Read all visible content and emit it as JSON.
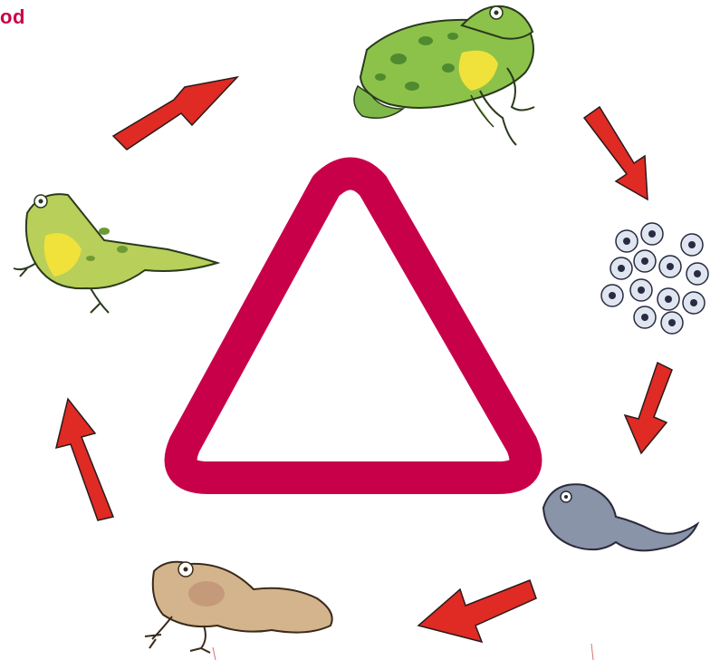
{
  "corner_text": "od",
  "colors": {
    "accent": "#c8004a",
    "arrow": "#e02a24",
    "frog_green": "#8cc24a",
    "frog_spots": "#4f8a2e",
    "frog_yellow": "#f0e23a",
    "froglet_green": "#b8cf5a",
    "tadpole_grey": "#8a94a8",
    "tadpole_legs_tan": "#d4b48c"
  },
  "life_cycle_stages": [
    {
      "stage": "adult-frog",
      "icon": "frog-icon"
    },
    {
      "stage": "frogspawn",
      "icon": "frogspawn-icon"
    },
    {
      "stage": "tadpole",
      "icon": "tadpole-icon"
    },
    {
      "stage": "tadpole-with-legs",
      "icon": "tadpole-with-legs-icon"
    },
    {
      "stage": "froglet",
      "icon": "froglet-icon"
    }
  ],
  "center_shape": "triangle-outline"
}
